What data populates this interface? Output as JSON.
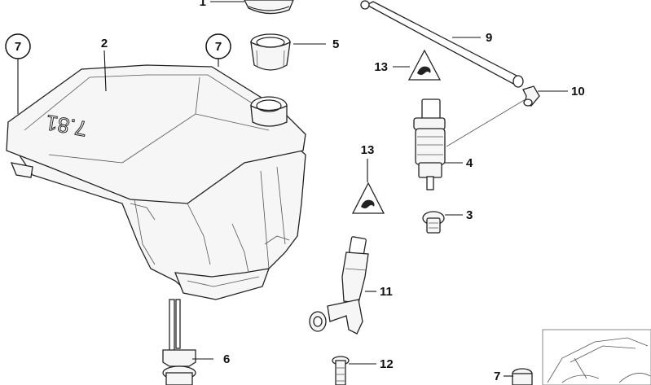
{
  "diagram": {
    "callouts": {
      "c1": "1",
      "c2": "2",
      "c3": "3",
      "c4": "4",
      "c5": "5",
      "c6": "6",
      "c7a": "7",
      "c7b": "7",
      "c7c": "7",
      "c9": "9",
      "c10": "10",
      "c11": "11",
      "c12": "12",
      "c13a": "13",
      "c13b": "13"
    },
    "tank_marking": "7.81"
  }
}
